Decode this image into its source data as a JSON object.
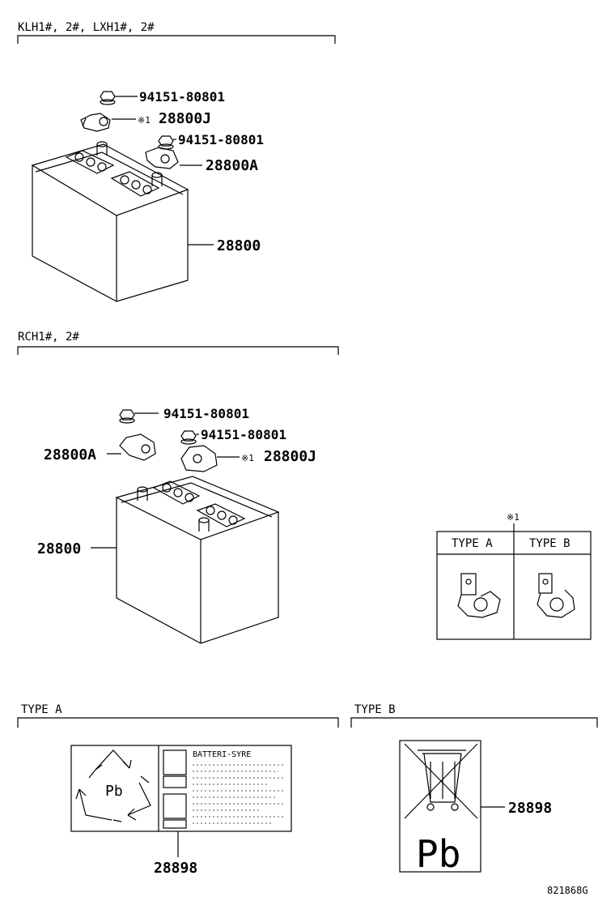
{
  "sections": {
    "klh": "KLH1#, 2#, LXH1#, 2#",
    "rch": "RCH1#, 2#",
    "type_a": "TYPE  A",
    "type_b": "TYPE  B"
  },
  "parts": {
    "nut": "94151-80801",
    "clamp_j": "28800J",
    "clamp_a": "28800A",
    "battery": "28800",
    "label": "28898"
  },
  "note_mark": "※1",
  "inset": {
    "type_a": "TYPE  A",
    "type_b": "TYPE  B"
  },
  "label_a": {
    "heading": "BATTERI-SYRE",
    "symbol": "Pb"
  },
  "label_b": {
    "symbol": "Pb"
  },
  "drawing_code": "821868G",
  "colors": {
    "line": "#000000",
    "background": "#ffffff",
    "dot_fill": "#555555"
  }
}
